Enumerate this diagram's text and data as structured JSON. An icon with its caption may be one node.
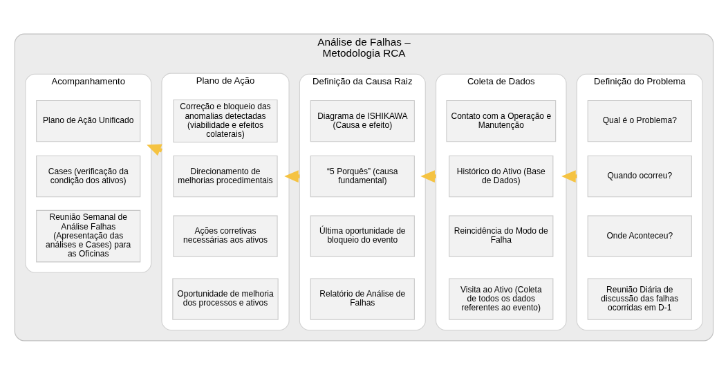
{
  "diagram": {
    "nodes": [
      {
        "text": [
          "Análise de Falhas – Metodologia RCA"
        ]
      },
      {
        "text": [
          "Definição do Problema"
        ],
        "in": 0
      },
      {
        "text": [
          "Qual é o Problema?"
        ],
        "in": 1
      },
      {
        "text": [
          "Quando ocorreu?"
        ],
        "in": 1
      },
      {
        "text": [
          "Onde Aconteceu?"
        ],
        "in": 1
      },
      {
        "text": [
          "Reunião Diária de discussão das falhas ocorridas em D-1"
        ],
        "in": 1
      },
      {
        "text": [
          "Coleta de Dados"
        ],
        "in": 0
      },
      {
        "text": [
          "Contato com a Operação e Manutenção"
        ],
        "in": 6
      },
      {
        "text": [
          "Histórico do Ativo (Base de Dados)"
        ],
        "in": 6
      },
      {
        "text": [
          "Reincidência do Modo de Falha"
        ],
        "in": 6
      },
      {
        "text": [
          "Visita ao Ativo (Coleta de todos os dados referentes ao evento)"
        ],
        "in": 6
      },
      {
        "text": [
          "Definição da Causa Raiz"
        ],
        "in": 0
      },
      {
        "text": [
          "Diagrama de ISHIKAWA (Causa e efeito)"
        ],
        "in": 11
      },
      {
        "text": [
          "“5 Porquês” (causa fundamental)"
        ],
        "in": 11
      },
      {
        "text": [
          "Última oportunidade de bloqueio do evento"
        ],
        "in": 11
      },
      {
        "text": [
          "Relatório de Análise de Falhas"
        ],
        "in": 11
      },
      {
        "text": [
          "Plano de Ação"
        ],
        "in": 0
      },
      {
        "text": [
          "Correção e bloqueio das anomalias detectadas (viabilidade e efeitos colaterais)"
        ],
        "in": 16
      },
      {
        "text": [
          "Direcionamento de melhorias procedimentais"
        ],
        "in": 16
      },
      {
        "text": [
          "Ações corretivas necessárias aos ativos"
        ],
        "in": 16
      },
      {
        "text": [
          "Oportunidade de melhoria dos processos e ativos"
        ],
        "in": 16
      },
      {
        "text": [
          "Acompanhamento"
        ],
        "in": 0
      },
      {
        "text": [
          "Plano de Ação Unificado"
        ],
        "in": 21
      },
      {
        "text": [
          "Cases (verificação da condição dos ativos)"
        ],
        "in": 21
      },
      {
        "text": [
          "Reunião Semanal de Análise Falhas (Apresentação das análises e Cases) para as Oficinas"
        ],
        "in": 21
      }
    ],
    "edges": [
      {
        "from": 1,
        "to": 6,
        "arrow": "to"
      },
      {
        "from": 6,
        "to": 11,
        "arrow": "to"
      },
      {
        "from": 11,
        "to": 16,
        "arrow": "to"
      },
      {
        "from": 16,
        "to": 21,
        "arrow": "to"
      }
    ]
  }
}
